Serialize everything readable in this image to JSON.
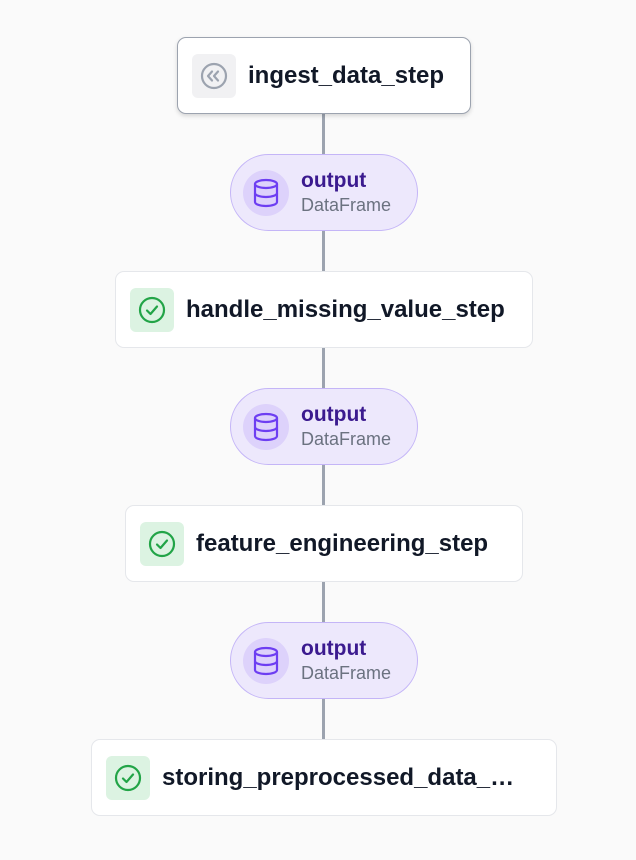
{
  "pipeline": {
    "steps": [
      {
        "name": "ingest_data_step",
        "status": "cached",
        "icon": "cached-icon"
      },
      {
        "name": "handle_missing_value_step",
        "status": "completed",
        "icon": "check-circle-icon"
      },
      {
        "name": "feature_engineering_step",
        "status": "completed",
        "icon": "check-circle-icon"
      },
      {
        "name": "storing_preprocessed_data_…",
        "status": "completed",
        "icon": "check-circle-icon"
      }
    ],
    "artifacts": [
      {
        "name": "output",
        "type": "DataFrame",
        "icon": "database-icon"
      },
      {
        "name": "output",
        "type": "DataFrame",
        "icon": "database-icon"
      },
      {
        "name": "output",
        "type": "DataFrame",
        "icon": "database-icon"
      }
    ]
  },
  "colors": {
    "edge": "#9ca3af",
    "artifact_bg": "#ede8fc",
    "artifact_border": "#c4b5f7",
    "artifact_text": "#3b1a8f",
    "success_green": "#22a447",
    "success_bg": "#dcf3e2"
  }
}
